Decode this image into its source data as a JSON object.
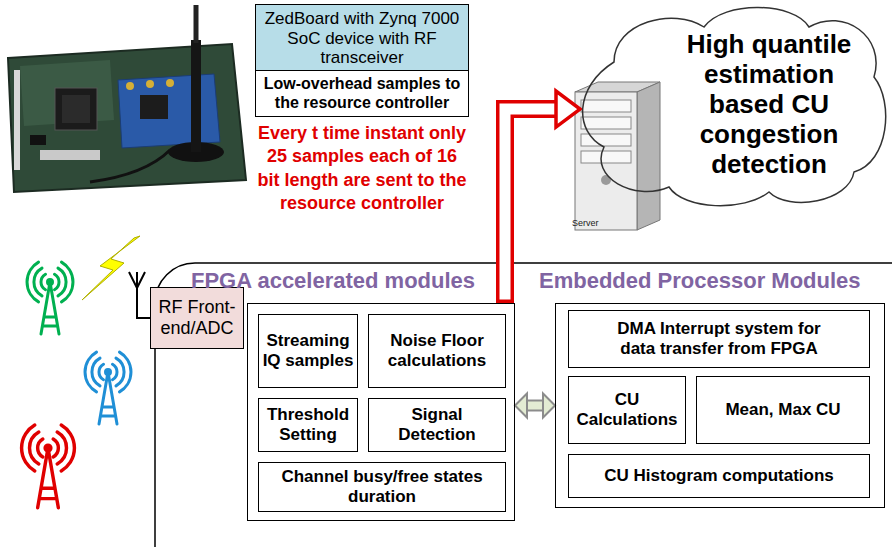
{
  "diagram": {
    "nodes": [
      {
        "text": [
          "ZedBoard with Zynq 7000 SoC device with RF transceiver"
        ]
      },
      {
        "text": [
          "Low-overhead samples to the resource controller"
        ]
      },
      {
        "text": [
          "High quantile estimation based CU congestion detection"
        ]
      },
      {
        "text": [
          "RF Front-end/ADC"
        ]
      },
      {
        "text": [
          "FPGA accelerated modules"
        ]
      },
      {
        "text": [
          "Streaming IQ samples"
        ],
        "in": 4
      },
      {
        "text": [
          "Noise Floor calculations"
        ],
        "in": 4
      },
      {
        "text": [
          "Threshold Setting"
        ],
        "in": 4
      },
      {
        "text": [
          "Signal Detection"
        ],
        "in": 4
      },
      {
        "text": [
          "Channel busy/free states duration"
        ],
        "in": 4
      },
      {
        "text": [
          "Embedded Processor Modules"
        ]
      },
      {
        "text": [
          "DMA Interrupt system for data transfer from FPGA"
        ],
        "in": 10
      },
      {
        "text": [
          "CU Calculations"
        ],
        "in": 10
      },
      {
        "text": [
          "Mean, Max CU"
        ],
        "in": 10
      },
      {
        "text": [
          "CU Histogram computations"
        ],
        "in": 10
      }
    ],
    "edges": [
      {
        "from": 4,
        "to": 10,
        "arrow": "both"
      },
      {
        "from": 4,
        "to": 2,
        "arrow": "to"
      }
    ],
    "labels": [
      "Every t time instant only 25 samples each of 16 bit length are sent to the resource controller",
      "Server"
    ]
  }
}
